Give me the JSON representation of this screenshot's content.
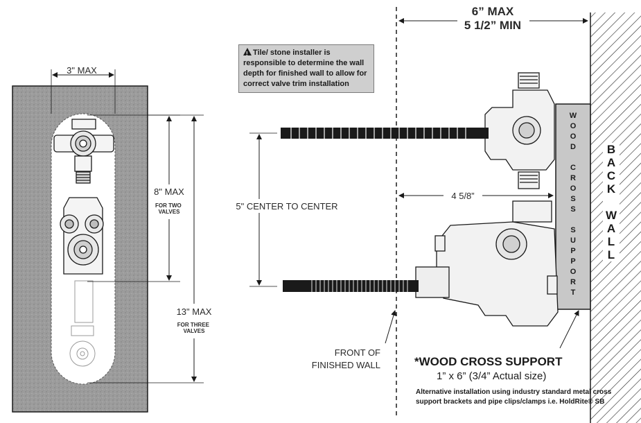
{
  "left_view": {
    "width_label": "3\" MAX",
    "height_two_label": "8\" MAX",
    "height_two_sub": "FOR TWO\nVALVES",
    "height_three_label": "13\" MAX",
    "height_three_sub": "FOR THREE\nVALVES"
  },
  "note": {
    "text": "Tile/ stone installer is responsible to determine the wall depth for finished wall to allow for correct valve trim installation",
    "icon": "warning-triangle-icon"
  },
  "top_dims": {
    "max": "6” MAX",
    "min": "5 1/2” MIN"
  },
  "center_label": "5\" CENTER TO CENTER",
  "depth_label": "4 5/8”",
  "front_wall_label_1": "FRONT OF",
  "front_wall_label_2": "FINISHED WALL",
  "wood_support_letters": [
    "W",
    "O",
    "O",
    "D",
    "",
    "C",
    "R",
    "O",
    "S",
    "S",
    "",
    "S",
    "U",
    "P",
    "P",
    "O",
    "R",
    "T"
  ],
  "back_wall_letters": [
    "B",
    "A",
    "C",
    "K",
    "",
    "W",
    "A",
    "L",
    "L"
  ],
  "support_title": "*WOOD CROSS SUPPORT",
  "support_size": "1” x 6” (3/4” Actual size)",
  "support_note": "Alternative installation using industry standard metal cross support brackets and pipe clips/clamps i.e. HoldRite® SB",
  "colors": {
    "wall_gray": "#9a9a9a",
    "support_gray": "#c8c8c8",
    "line": "#1a1a1a"
  }
}
